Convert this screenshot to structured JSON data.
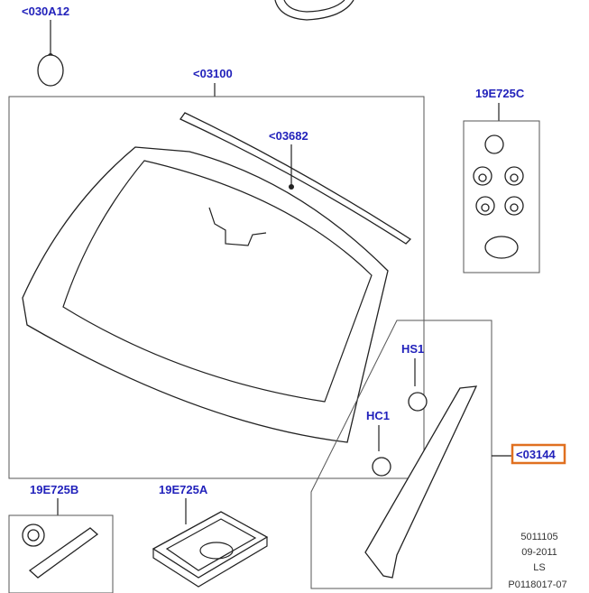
{
  "labels": {
    "seal_top": "<030A12",
    "windscreen": "<03100",
    "moulding": "<03682",
    "clips_kit_c": "19E725C",
    "hs1": "HS1",
    "hc1": "HC1",
    "pillar_trim": "<03144",
    "kit_b": "19E725B",
    "kit_a": "19E725A"
  },
  "footer": {
    "line1": "5011105",
    "line2": "09-2011",
    "line3": "LS",
    "line4": "P0118017-07"
  },
  "colors": {
    "label": "#2222bb",
    "highlight": "#e07020"
  }
}
